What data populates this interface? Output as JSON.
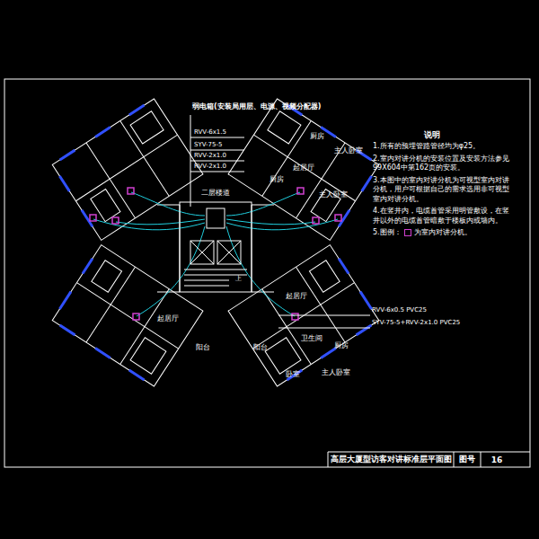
{
  "diagram": {
    "title": "高层大厦型访客对讲标准层平面图",
    "labels": [
      "说明",
      "1.所有的预埋管路管径均为φ25。",
      "2.室内对讲分机的安装位置及安装方法参见99X604中第162页的安装。",
      "3.本图中的室内对讲分机为可视型室内对讲分机，用户可根据自己的需求选用非可视型室内对讲分机。",
      "4.在竖井内，电缆首管采用明管敷设，在竖井以外的电缆首管暗敷于楼板内或墙内。",
      "5.图例：",
      "弱电箱(安装局用层、电源、视频分配器)",
      "RVV-6x1.5",
      "SYV-75-5",
      "RVV-2x1.0",
      "RVV-2x1.0",
      "RVV-6x0.5 PVC25",
      "SYV-75-5+RVV-2x1.0 PVC25",
      "二层楼道",
      "厨房",
      "主人卧室",
      "起居厅",
      "厨房",
      "主人卧室",
      "起居厅",
      "卫生间",
      "厨房",
      "主人卧室",
      "卧室",
      "起居厅",
      "阳台",
      "阳台",
      "上",
      "图号",
      "16"
    ],
    "legend": [
      {
        "text": "为室内对讲分机。"
      }
    ]
  }
}
